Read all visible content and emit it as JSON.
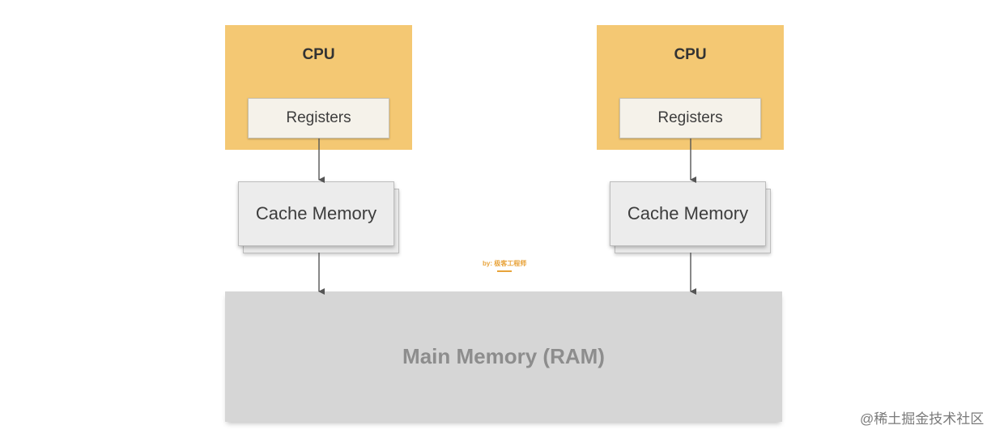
{
  "diagram": {
    "left_unit": {
      "cpu_label": "CPU",
      "registers_label": "Registers",
      "cache_label": "Cache Memory"
    },
    "right_unit": {
      "cpu_label": "CPU",
      "registers_label": "Registers",
      "cache_label": "Cache Memory"
    },
    "main_memory_label": "Main Memory (RAM)",
    "watermark": "by: 极客工程师",
    "site_mark": "@稀土掘金技术社区"
  },
  "colors": {
    "cpu_fill": "#f4c873",
    "registers_fill": "#f5f2ea",
    "cache_fill": "#ececec",
    "main_memory_fill": "#d6d6d6",
    "arrow": "#555555",
    "watermark": "#e8a33a"
  }
}
